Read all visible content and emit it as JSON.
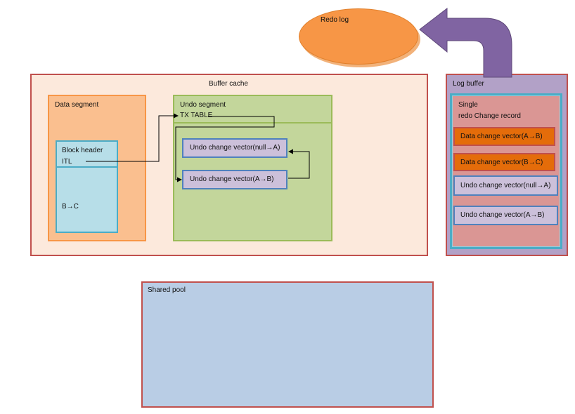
{
  "redo_log": {
    "label": "Redo log"
  },
  "buffer_cache": {
    "label": "Buffer cache",
    "data_segment": {
      "label": "Data segment",
      "block": {
        "header": "Block header",
        "itl": "ITL",
        "row": "B→C"
      }
    },
    "undo_segment": {
      "label": "Undo segment",
      "tx_table": "TX TABLE",
      "vectors": [
        "Undo change vector(null→A)",
        "Undo change vector(A→B)"
      ]
    }
  },
  "log_buffer": {
    "label": "Log buffer",
    "record_line1": "Single",
    "record_line2": "redo Change record",
    "vectors": [
      "Data change vector(A→B)",
      "Data change vector(B→C)",
      "Undo change vector(null→A)",
      "Undo change vector(A→B)"
    ]
  },
  "shared_pool": {
    "label": "Shared pool"
  },
  "colors": {
    "redo_log": "#f79646",
    "buffer_cache": "#fce9dc",
    "data_segment": "#fabf8f",
    "block": "#b7dee8",
    "undo_segment": "#c3d69b",
    "change_vector": "#ccc0da",
    "data_change_vector": "#e46c0a",
    "log_buffer": "#b2a1c7",
    "redo_record": "#da9694",
    "shared_pool": "#b9cde5",
    "arrow": "#8064a2"
  }
}
